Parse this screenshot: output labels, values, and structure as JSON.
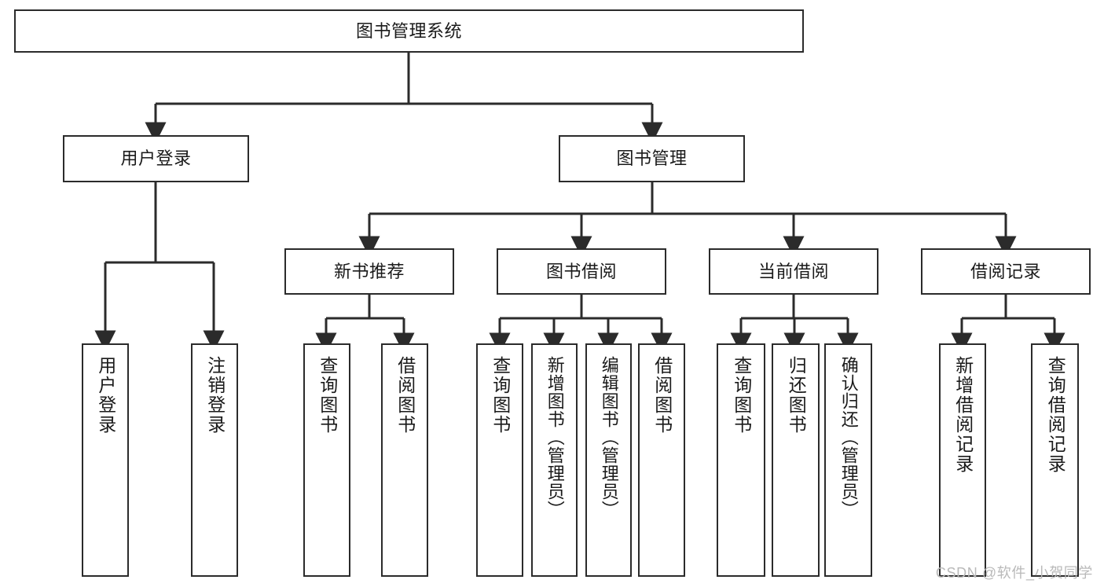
{
  "diagram": {
    "type": "tree-hierarchy-chart",
    "title": "图书管理系统",
    "watermark": "CSDN @软件_小贺同学",
    "colors": {
      "box_border": "#2b2b2b",
      "box_fill": "#ffffff",
      "connector": "#2b2b2b",
      "text": "#1a1a1a",
      "watermark": "#b9b9b9",
      "background": "#ffffff"
    },
    "levels": {
      "root": "图书管理系统",
      "level2": [
        "用户登录",
        "图书管理"
      ],
      "level3": [
        "新书推荐",
        "图书借阅",
        "当前借阅",
        "借阅记录"
      ]
    },
    "nodes": {
      "root": {
        "label": "图书管理系统"
      },
      "user_login": {
        "label": "用户登录"
      },
      "book_manage": {
        "label": "图书管理"
      },
      "new_book_rec": {
        "label": "新书推荐"
      },
      "book_borrow": {
        "label": "图书借阅"
      },
      "current_borrow": {
        "label": "当前借阅"
      },
      "borrow_record": {
        "label": "借阅记录"
      },
      "leaf_user_login": {
        "label": "用户登录"
      },
      "leaf_logout": {
        "label": "注销登录"
      },
      "leaf_query_book_1": {
        "label": "查询图书"
      },
      "leaf_borrow_book_1": {
        "label": "借阅图书"
      },
      "leaf_query_book_2": {
        "label": "查询图书"
      },
      "leaf_add_book": {
        "label": "新增图书（管理员）"
      },
      "leaf_edit_book": {
        "label": "编辑图书（管理员）"
      },
      "leaf_borrow_book_2": {
        "label": "借阅图书"
      },
      "leaf_query_book_3": {
        "label": "查询图书"
      },
      "leaf_return_book": {
        "label": "归还图书"
      },
      "leaf_confirm_return": {
        "label": "确认归还（管理员）"
      },
      "leaf_add_record": {
        "label": "新增借阅记录"
      },
      "leaf_query_record": {
        "label": "查询借阅记录"
      }
    }
  }
}
